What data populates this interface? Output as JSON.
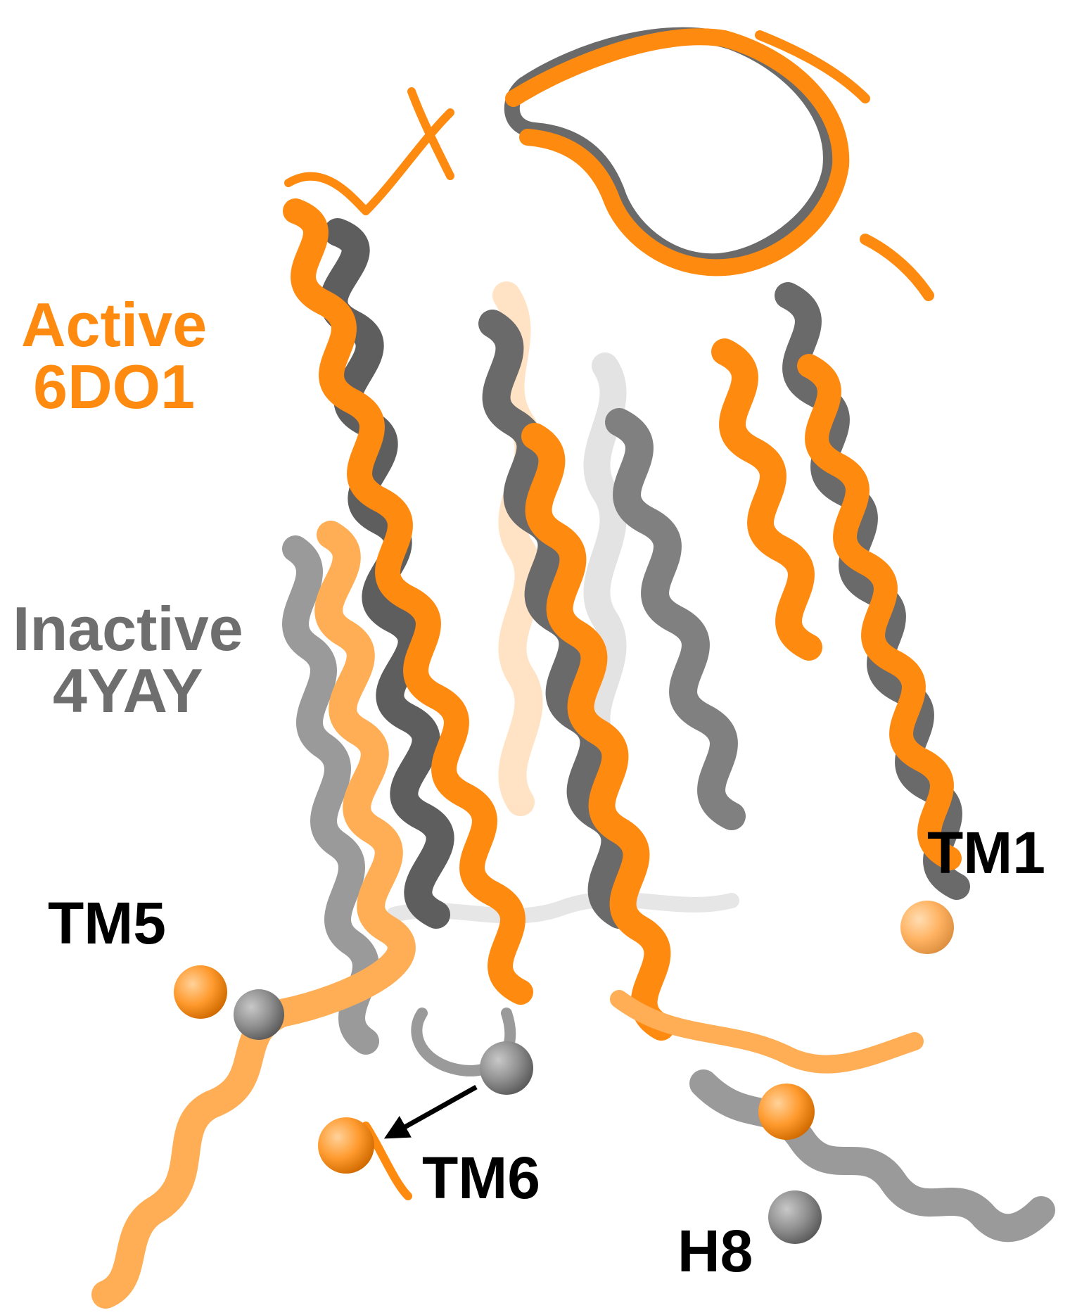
{
  "colors": {
    "active": "#FF8A10",
    "active_light": "#FFAE55",
    "inactive": "#8C8C8C",
    "inactive_dark": "#5E5E5E",
    "label": "#000000",
    "background": "#FFFFFF"
  },
  "legend": {
    "active": {
      "line1": "Active",
      "line2": "6DO1"
    },
    "inactive": {
      "line1": "Inactive",
      "line2": "4YAY"
    }
  },
  "labels": {
    "tm1": "TM1",
    "tm5": "TM5",
    "tm6": "TM6",
    "h8": "H8"
  },
  "icons": {
    "arrow": "tm6-shift-arrow-icon"
  }
}
